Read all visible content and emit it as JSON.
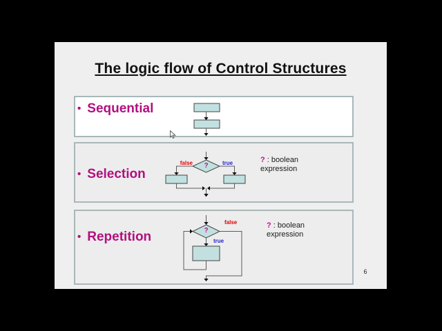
{
  "title": "The logic flow of Control Structures",
  "page_number": "6",
  "sections": {
    "sequential": {
      "bullet": "•",
      "label": "Sequential"
    },
    "selection": {
      "bullet": "•",
      "label": "Selection",
      "false_label": "false",
      "true_label": "true",
      "question": "?",
      "note": {
        "q": "?",
        "colon_text": " : boolean",
        "line2": "expression"
      }
    },
    "repetition": {
      "bullet": "•",
      "label": "Repetition",
      "false_label": "false",
      "true_label": "true",
      "question": "?",
      "note": {
        "q": "?",
        "colon_text": " : boolean",
        "line2": "expression"
      }
    }
  },
  "colors": {
    "heading_magenta": "#b1107f",
    "question_magenta": "#c40f8d",
    "false_red": "#dd0000",
    "true_blue": "#2222cc",
    "flow_shape_fill": "#c2e0e0",
    "box_border": "#a9b7b9",
    "slide_background": "#efefef",
    "letterbox": "#000000"
  }
}
